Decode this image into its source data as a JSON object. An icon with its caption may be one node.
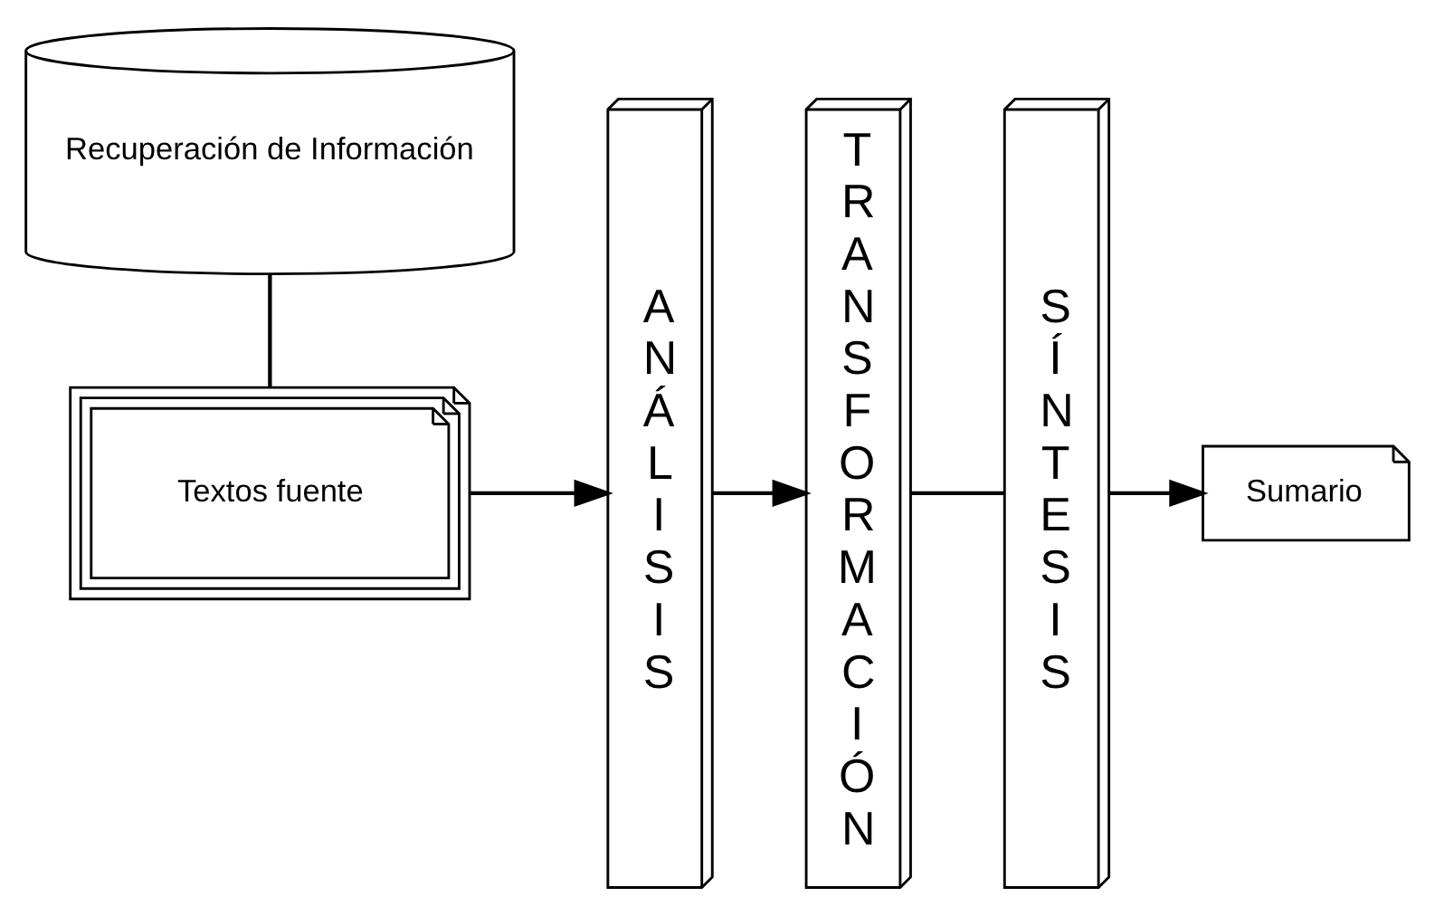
{
  "diagram": {
    "nodes": [
      {
        "text": [
          "Recuperación de Información"
        ]
      },
      {
        "text": [
          "Textos fuente"
        ]
      },
      {
        "text": [
          "ANÁLISIS"
        ]
      },
      {
        "text": [
          "TRANSFORMACIÓN"
        ]
      },
      {
        "text": [
          "SÍNTESIS"
        ]
      },
      {
        "text": [
          "Sumario"
        ]
      }
    ],
    "edges": [
      {
        "from": 0,
        "to": 1,
        "arrow": "none"
      },
      {
        "from": 1,
        "to": 2,
        "arrow": "to"
      },
      {
        "from": 2,
        "to": 3,
        "arrow": "to"
      },
      {
        "from": 3,
        "to": 4,
        "arrow": "none"
      },
      {
        "from": 4,
        "to": 5,
        "arrow": "to"
      }
    ]
  }
}
